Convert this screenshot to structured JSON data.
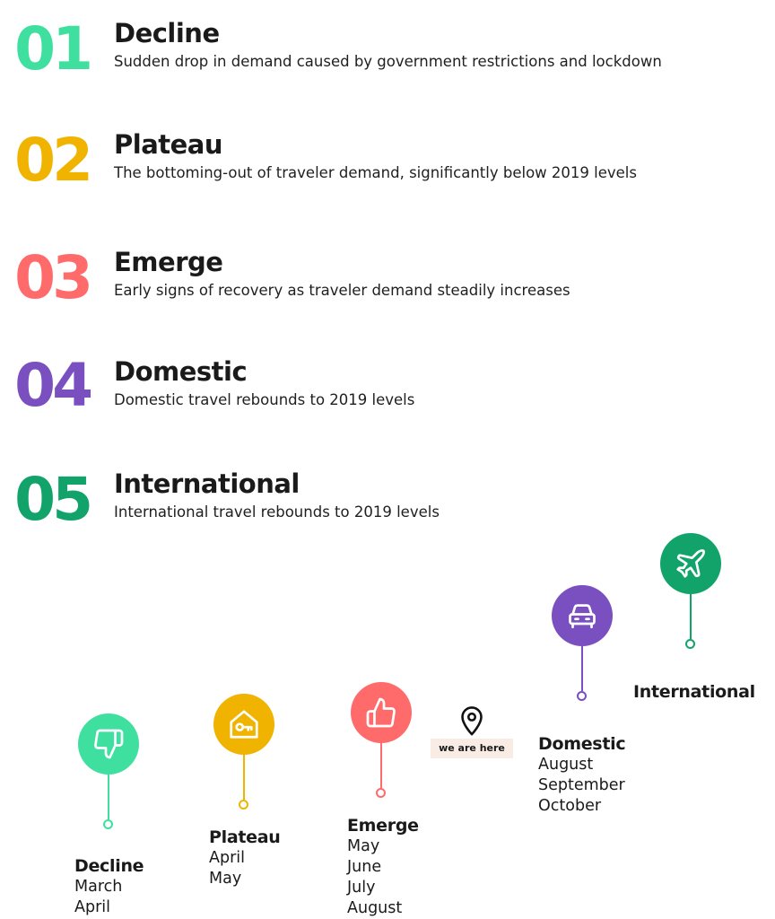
{
  "phases": [
    {
      "number": "01",
      "title": "Decline",
      "description": "Sudden drop in demand caused by government restrictions and lockdown",
      "color": "#3fdfa0"
    },
    {
      "number": "02",
      "title": "Plateau",
      "description": "The bottoming-out of traveler demand, significantly below 2019 levels",
      "color": "#f0b400"
    },
    {
      "number": "03",
      "title": "Emerge",
      "description": "Early signs of recovery as traveler demand steadily increases",
      "color": "#ff6b6b"
    },
    {
      "number": "04",
      "title": "Domestic",
      "description": "Domestic travel rebounds to 2019 levels",
      "color": "#7a4fc0"
    },
    {
      "number": "05",
      "title": "International",
      "description": "International travel rebounds to 2019 levels",
      "color": "#12a36a"
    }
  ],
  "timeline": [
    {
      "title": "Decline",
      "months": [
        "March",
        "April"
      ],
      "icon": "thumbs-down-icon",
      "color": "#3fdfa0"
    },
    {
      "title": "Plateau",
      "months": [
        "April",
        "May"
      ],
      "icon": "house-key-icon",
      "color": "#f0b400"
    },
    {
      "title": "Emerge",
      "months": [
        "May",
        "June",
        "July",
        "August"
      ],
      "icon": "thumbs-up-icon",
      "color": "#ff6b6b"
    },
    {
      "title": "Domestic",
      "months": [
        "August",
        "September",
        "October"
      ],
      "icon": "car-icon",
      "color": "#7a4fc0"
    },
    {
      "title": "International",
      "months": [],
      "icon": "airplane-icon",
      "color": "#12a36a"
    }
  ],
  "marker": {
    "label": "we are here",
    "icon": "location-pin-icon"
  }
}
